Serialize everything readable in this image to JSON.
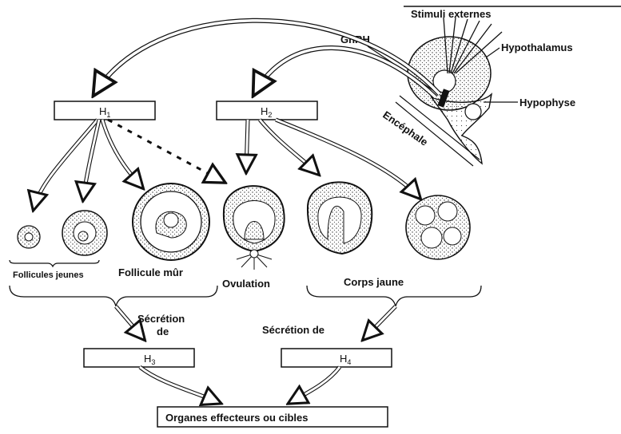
{
  "labels": {
    "stimuli": "Stimuli externes",
    "hypothalamus": "Hypothalamus",
    "gnrh": "GnRH",
    "hypophyse": "Hypophyse",
    "encephale": "Encéphale",
    "follicules_jeunes": "Follicules jeunes",
    "follicule_mur": "Follicule mûr",
    "ovulation": "Ovulation",
    "corps_jaune": "Corps jaune",
    "secretion_de_1": "Sécrétion",
    "secretion_de_2": "de",
    "secretion_de_right": "Sécrétion de",
    "organes": "Organes effecteurs ou cibles"
  },
  "hormones": {
    "h1": "H",
    "h1_sub": "1",
    "h2": "H",
    "h2_sub": "2",
    "h3": "H",
    "h3_sub": "3",
    "h4": "H",
    "h4_sub": "4"
  }
}
